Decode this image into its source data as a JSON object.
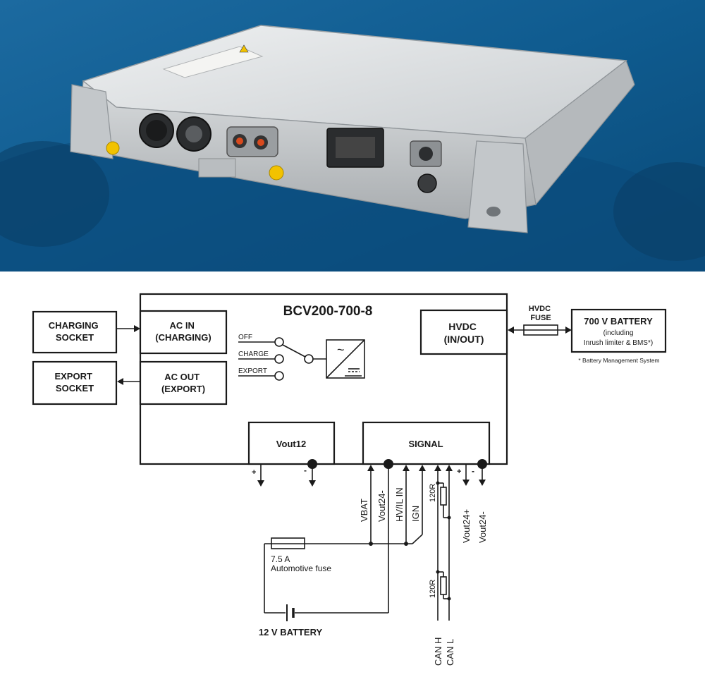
{
  "photo": {
    "bg_color": "#0f5b8f",
    "unit_color": "#cfd3d6",
    "plug_color": "#f2c200"
  },
  "diagram": {
    "title": "BCV200-700-8",
    "charging_socket": [
      "CHARGING",
      "SOCKET"
    ],
    "export_socket": [
      "EXPORT",
      "SOCKET"
    ],
    "ac_in": [
      "AC IN",
      "(CHARGING)"
    ],
    "ac_out": [
      "AC OUT",
      "(EXPORT)"
    ],
    "hvdc": [
      "HVDC",
      "(IN/OUT)"
    ],
    "hvdc_fuse": [
      "HVDC",
      "FUSE"
    ],
    "battery_700": {
      "title": "700 V BATTERY",
      "line2": "(including",
      "line3": "Inrush limiter & BMS*)",
      "note": "* Battery Management System"
    },
    "switch": {
      "off": "OFF",
      "charge": "CHARGE",
      "export": "EXPORT",
      "tilde": "~"
    },
    "vout12": "Vout12",
    "signal": "SIGNAL",
    "plus": "+",
    "minus": "-",
    "pins": {
      "vbat": "VBAT",
      "vout24_minus_a": "Vout24-",
      "hvil": "HV/IL IN",
      "ign": "IGN",
      "vout24_plus": "Vout24+",
      "vout24_minus_b": "Vout24-",
      "r1": "120R",
      "r2": "120R",
      "can_h": "CAN H",
      "can_l": "CAN L"
    },
    "fuse_75": [
      "7.5 A",
      "Automotive fuse"
    ],
    "battery_12": "12 V BATTERY"
  }
}
